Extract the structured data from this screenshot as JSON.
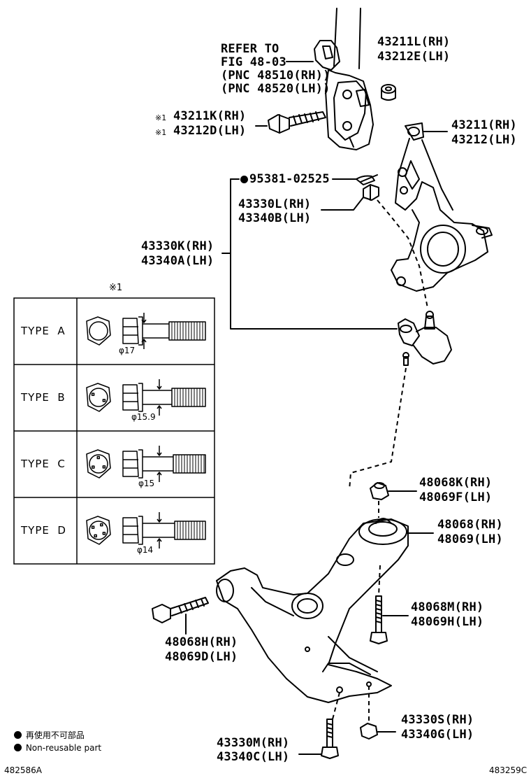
{
  "refer": {
    "line1": "REFER TO",
    "line2": "FIG 48-03",
    "line3": "(PNC 48510(RH))",
    "line4": "(PNC 48520(LH))"
  },
  "parts": {
    "bushing_rh": "43211L(RH)",
    "bushing_lh": "43212E(LH)",
    "bolt_rh": "43211K(RH)",
    "bolt_lh": "43212D(LH)",
    "bolt_mark": "※1",
    "knuckle_rh": "43211(RH)",
    "knuckle_lh": "43212(LH)",
    "cotter_pin": "95381-02525",
    "nut_rh": "43330L(RH)",
    "nut_lh": "43340B(LH)",
    "balljoint_rh": "43330K(RH)",
    "balljoint_lh": "43340A(LH)",
    "arm_nut_rh": "48068K(RH)",
    "arm_nut_lh": "48069F(LH)",
    "arm_rh": "48068(RH)",
    "arm_lh": "48069(LH)",
    "arm_bolt_rh": "48068M(RH)",
    "arm_bolt_lh": "48069H(LH)",
    "front_bolt_rh": "48068H(RH)",
    "front_bolt_lh": "48069D(LH)",
    "bj_nut_rh": "43330S(RH)",
    "bj_nut_lh": "43340G(LH)",
    "bj_bolt_rh": "43330M(RH)",
    "bj_bolt_lh": "43340C(LH)"
  },
  "types_table": {
    "mark": "※1",
    "rows": [
      {
        "label": "TYPE  A",
        "dim": "φ17"
      },
      {
        "label": "TYPE  B",
        "dim": "φ15.9"
      },
      {
        "label": "TYPE  C",
        "dim": "φ15"
      },
      {
        "label": "TYPE  D",
        "dim": "φ14"
      }
    ]
  },
  "legend": {
    "line1": "再使用不可部品",
    "line2": "Non-reusable part"
  },
  "codes": {
    "left": "482586A",
    "right": "483259C"
  }
}
